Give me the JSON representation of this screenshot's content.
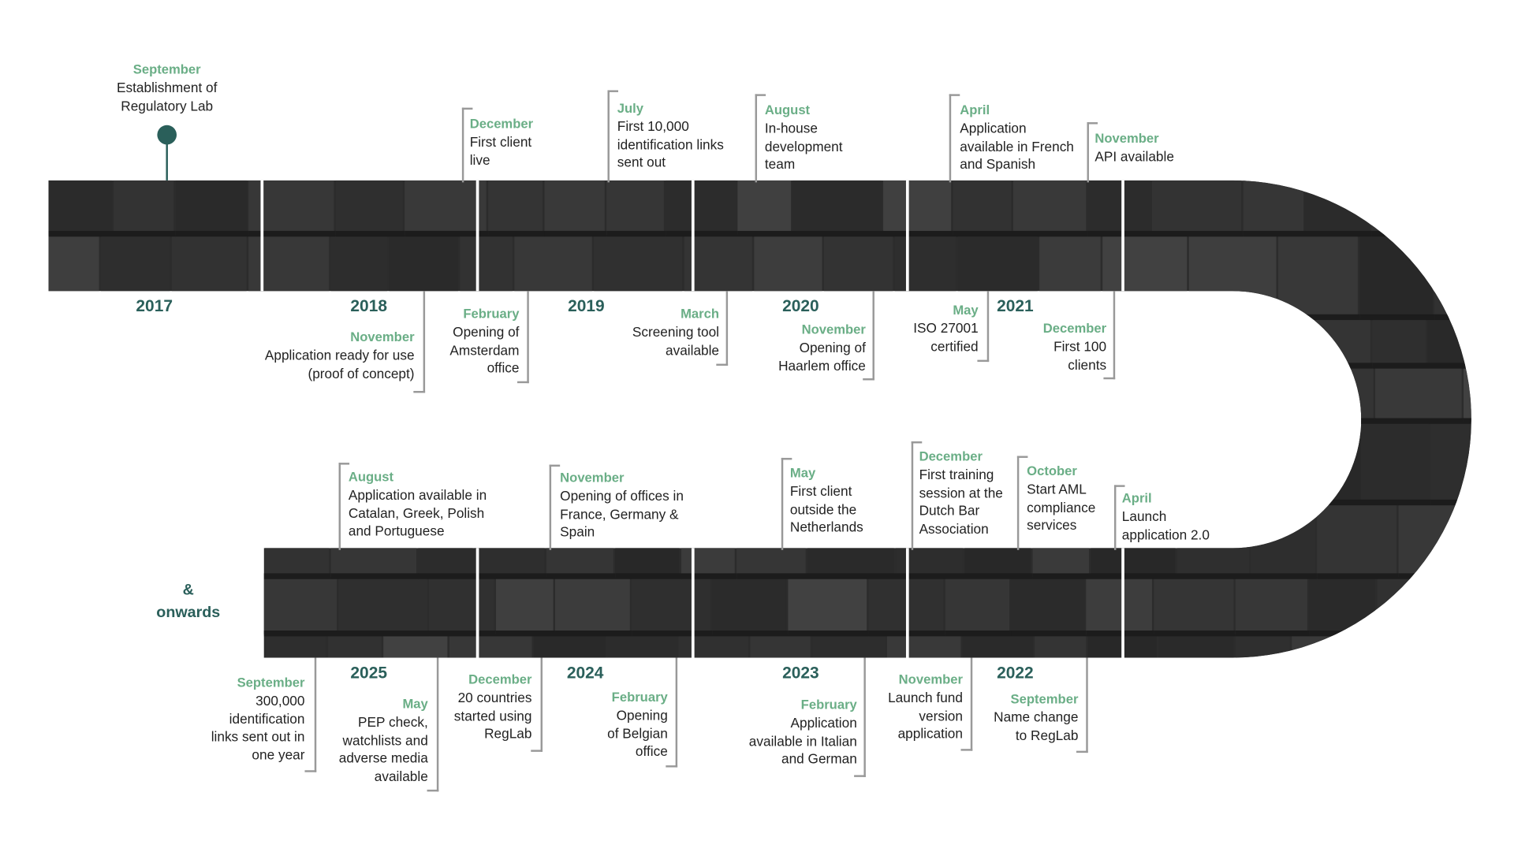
{
  "title": "Timeline",
  "colors": {
    "year": "#2a5f5a",
    "month": "#6aae86",
    "band": "#2f2f2f"
  },
  "years": [
    "2017",
    "2018",
    "2019",
    "2020",
    "2021",
    "2022",
    "2023",
    "2024",
    "2025"
  ],
  "onwards": [
    "&",
    "onwards"
  ],
  "events": [
    {
      "month": "September",
      "lines": [
        "Establishment of",
        "Regulatory Lab"
      ]
    },
    {
      "month": "December",
      "lines": [
        "First client",
        "live"
      ]
    },
    {
      "month": "July",
      "lines": [
        "First 10,000",
        "identification links",
        "sent out"
      ]
    },
    {
      "month": "August",
      "lines": [
        "In-house",
        "development",
        "team"
      ]
    },
    {
      "month": "April",
      "lines": [
        "Application",
        "available in French",
        "and Spanish"
      ]
    },
    {
      "month": "November",
      "lines": [
        "API available"
      ]
    },
    {
      "month": "November",
      "lines": [
        "Application ready for use",
        "(proof of concept)"
      ]
    },
    {
      "month": "February",
      "lines": [
        "Opening of",
        "Amsterdam",
        "office"
      ]
    },
    {
      "month": "March",
      "lines": [
        "Screening tool",
        "available"
      ]
    },
    {
      "month": "November",
      "lines": [
        "Opening of",
        "Haarlem office"
      ]
    },
    {
      "month": "May",
      "lines": [
        "ISO 27001",
        "certified"
      ]
    },
    {
      "month": "December",
      "lines": [
        "First 100",
        "clients"
      ]
    },
    {
      "month": "August",
      "lines": [
        "Application available in",
        "Catalan, Greek, Polish",
        "and Portuguese"
      ]
    },
    {
      "month": "November",
      "lines": [
        "Opening of offices in",
        "France, Germany &",
        "Spain"
      ]
    },
    {
      "month": "May",
      "lines": [
        "First client",
        "outside the",
        "Netherlands"
      ]
    },
    {
      "month": "December",
      "lines": [
        "First training",
        "session at the",
        "Dutch Bar",
        "Association"
      ]
    },
    {
      "month": "October",
      "lines": [
        "Start AML",
        "compliance",
        "services"
      ]
    },
    {
      "month": "April",
      "lines": [
        "Launch",
        "application 2.0"
      ]
    },
    {
      "month": "September",
      "lines": [
        "300,000",
        "identification",
        "links sent out in",
        "one year"
      ]
    },
    {
      "month": "May",
      "lines": [
        "PEP check,",
        "watchlists and",
        "adverse media",
        "available"
      ]
    },
    {
      "month": "December",
      "lines": [
        "20 countries",
        "started using",
        "RegLab"
      ]
    },
    {
      "month": "February",
      "lines": [
        "Opening",
        "of Belgian",
        "office"
      ]
    },
    {
      "month": "February",
      "lines": [
        "Application",
        "available in Italian",
        "and German"
      ]
    },
    {
      "month": "November",
      "lines": [
        "Launch fund",
        "version",
        "application"
      ]
    },
    {
      "month": "September",
      "lines": [
        "Name change",
        "to RegLab"
      ]
    }
  ]
}
